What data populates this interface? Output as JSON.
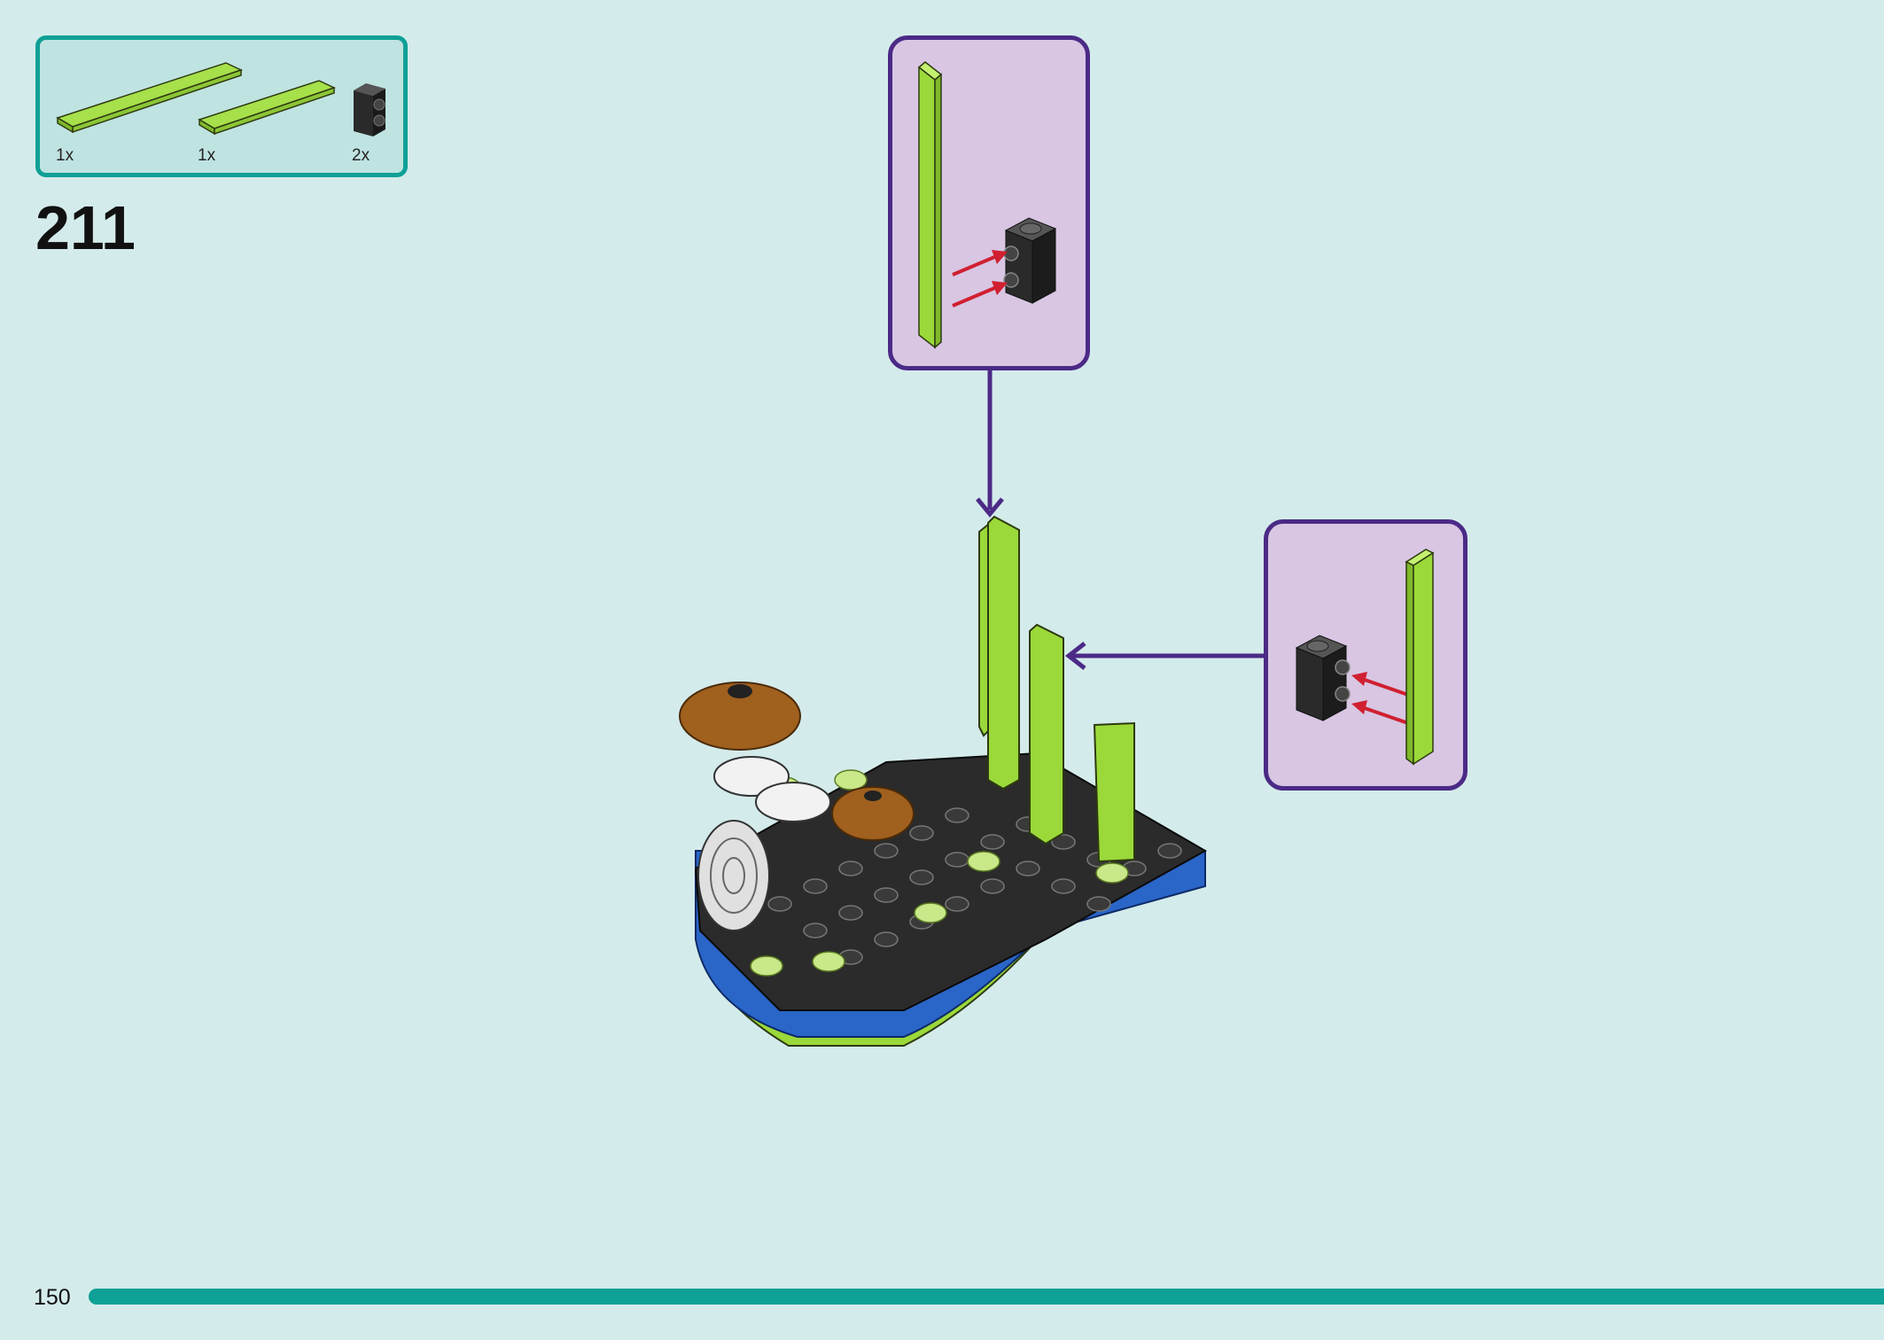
{
  "step": {
    "number": "211"
  },
  "parts": [
    {
      "name": "lime-tile-1x8",
      "quantity": "1x"
    },
    {
      "name": "lime-tile-1x6",
      "quantity": "1x"
    },
    {
      "name": "black-brick-1x1-side-studs",
      "quantity": "2x"
    }
  ],
  "page": {
    "number": "150"
  },
  "colors": {
    "background": "#d4ebeb",
    "accent": "#0fa096",
    "callout_border": "#4b2a86",
    "callout_fill": "#d8c6e3",
    "lime": "#9bd93a",
    "arrow_red": "#d02030"
  }
}
